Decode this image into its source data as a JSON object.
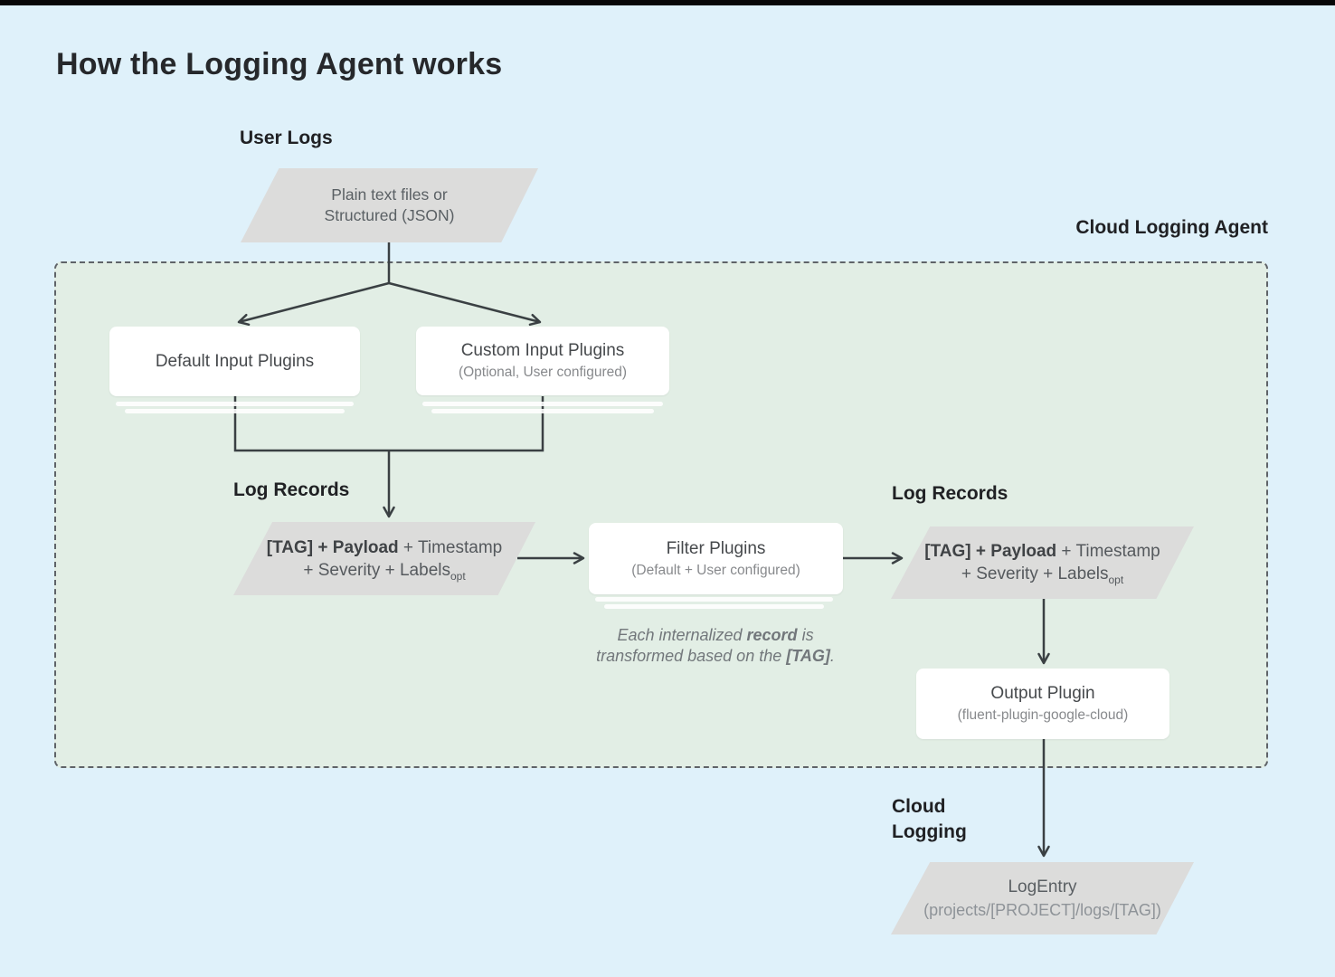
{
  "title": "How the Logging Agent works",
  "labels": {
    "user_logs": "User Logs",
    "cloud_logging_agent": "Cloud Logging Agent",
    "log_records_left": "Log Records",
    "log_records_right": "Log Records",
    "cloud_logging": "Cloud Logging"
  },
  "nodes": {
    "user_logs_input": {
      "line1": "Plain text files or",
      "line2": "Structured (JSON)"
    },
    "default_input": {
      "title": "Default Input Plugins"
    },
    "custom_input": {
      "title": "Custom Input Plugins",
      "subtitle": "(Optional, User configured)"
    },
    "log_record_left": {
      "bold": "[TAG] + Payload",
      "rest": " + Timestamp",
      "line2": "+ Severity + Labels",
      "sub": "opt"
    },
    "filter_plugins": {
      "title": "Filter Plugins",
      "subtitle": "(Default + User configured)"
    },
    "log_record_right": {
      "bold": "[TAG] + Payload",
      "rest": " + Timestamp",
      "line2": "+ Severity + Labels",
      "sub": "opt"
    },
    "output_plugin": {
      "title": "Output Plugin",
      "subtitle": "(fluent-plugin-google-cloud)"
    },
    "log_entry": {
      "title": "LogEntry",
      "subtitle": "(projects/[PROJECT]/logs/[TAG])"
    }
  },
  "note": {
    "l1a": "Each internalized ",
    "l1b": "record",
    "l1c": " is",
    "l2a": "transformed based on the ",
    "l2b": "[TAG]",
    "l2c": "."
  },
  "colors": {
    "background": "#dff1fa",
    "agent_area_fill": "#e2eee5",
    "agent_border": "#5f6368",
    "shape_gray": "#dcdcdb",
    "node_white": "#ffffff",
    "connector": "#3a4043",
    "heading_text": "#202124",
    "muted_text": "#5f6368"
  }
}
